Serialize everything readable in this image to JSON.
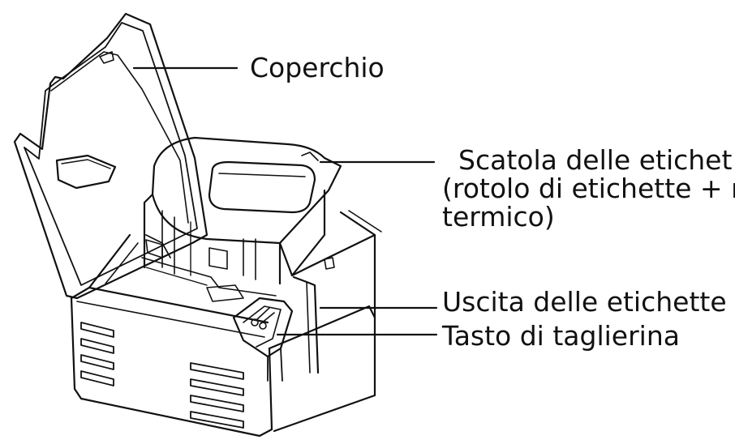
{
  "labels": {
    "coperchio": "Coperchio",
    "scatola_line1": "Scatola delle etichet",
    "scatola_line2": "(rotolo di etichette + r",
    "scatola_line3": "termico)",
    "uscita": "Uscita delle etichette",
    "tasto": "Tasto di taglierina"
  },
  "colors": {
    "stroke": "#111111",
    "background": "#ffffff"
  },
  "icons": {
    "cutter_symbol": "scissors-icon"
  }
}
